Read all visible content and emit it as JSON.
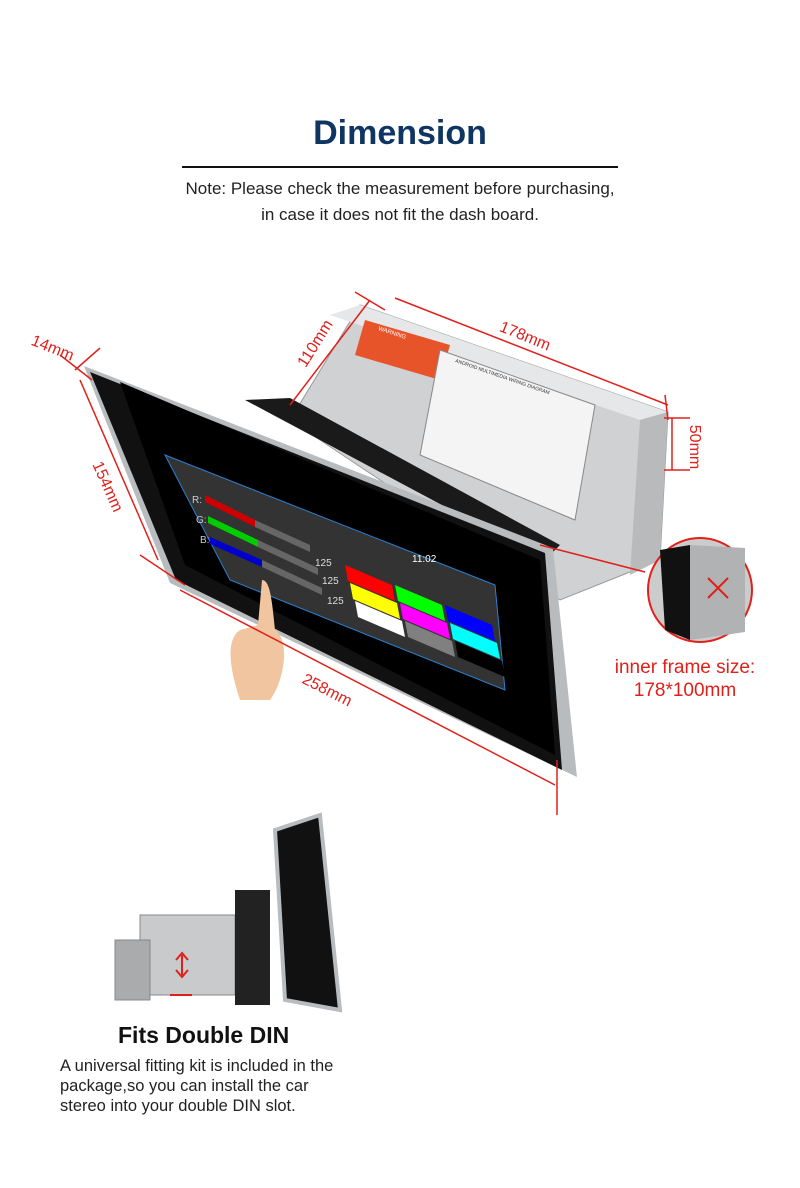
{
  "header": {
    "title": "Dimension",
    "note_line1": "Note: Please check the measurement before purchasing,",
    "note_line2": "in case it does not fit the dash board."
  },
  "dimensions": {
    "depth_bezel": "14mm",
    "box_height_side": "110mm",
    "box_length": "178mm",
    "box_height": "50mm",
    "screen_height": "154mm",
    "screen_width": "258mm"
  },
  "screen": {
    "labels": [
      "R:",
      "G:",
      "B:"
    ],
    "values": [
      "125",
      "125",
      "125"
    ],
    "time": "11:02",
    "warning_label": "WARNING",
    "diagram_title": "ANDROID MULTIMEDIA WIRING DIAGRAM",
    "swatches": [
      "#ff0000",
      "#00ff00",
      "#ffff00",
      "#ff00ff",
      "#0000ff",
      "#ffffff",
      "#808080",
      "#00ffff",
      "#000000"
    ]
  },
  "inset": {
    "line1": "inner frame size:",
    "line2": "178*100mm"
  },
  "colors": {
    "accent": "#e0201b",
    "title": "#0f3562"
  },
  "fits": {
    "title": "Fits Double DIN",
    "line1": "A universal fitting kit is included in the",
    "line2": "package,so you can install the car",
    "line3": "stereo into your double DIN slot."
  }
}
